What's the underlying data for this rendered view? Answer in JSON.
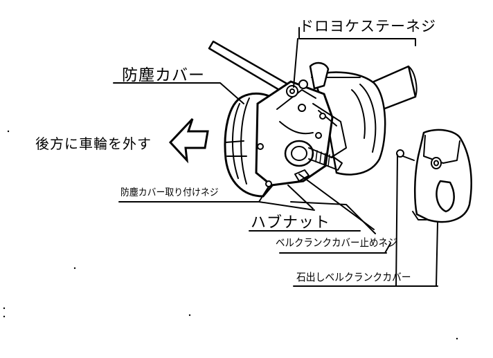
{
  "labels": {
    "top_screw": "ドロヨケステーネジ",
    "dust_cover": "防塵カバー",
    "remove_wheel": "後方に車輪を外す",
    "cover_mount_screw": "防塵カバー取り付けネジ",
    "hub_nut": "ハブナット",
    "bellcrank_screw": "ベルクランクカバー止めネジ",
    "stone_cover": "石出しベルクランクカバー"
  },
  "colors": {
    "ink": "#000000",
    "paper": "#ffffff"
  },
  "icons": {
    "arrow": "left-arrow-icon"
  }
}
